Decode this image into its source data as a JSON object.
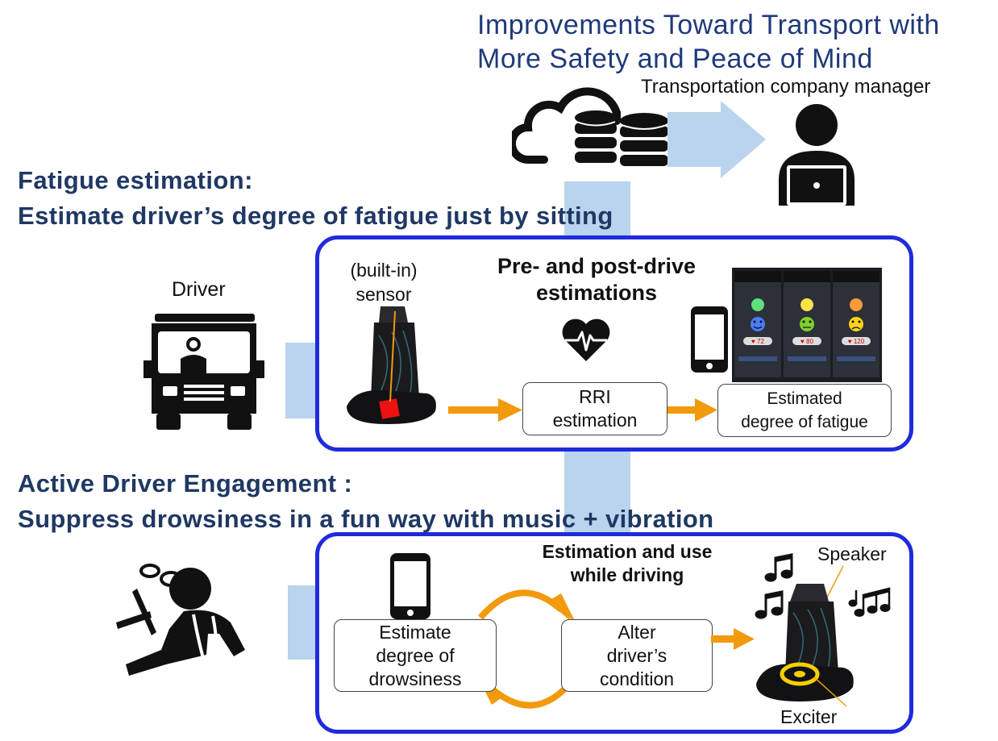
{
  "title": {
    "line1": "Improvements Toward Transport with",
    "line2": "More Safety and Peace of Mind"
  },
  "manager_label": "Transportation company manager",
  "fatigue": {
    "heading_line1": "Fatigue estimation:",
    "heading_line2": "Estimate driver’s degree of fatigue just by sitting",
    "driver_label": "Driver",
    "sensor_label": "(built-in)\nsensor",
    "pre_post_label": "Pre- and post-drive\nestimations",
    "rri_box": "RRI\nestimation",
    "fatigue_box": "Estimated\ndegree of fatigue",
    "app_screens": [
      {
        "face": "happy",
        "color": "#4a7cff",
        "value": "72"
      },
      {
        "face": "neutral",
        "color": "#7fd02c",
        "value": "80"
      },
      {
        "face": "sad",
        "color": "#ffd21a",
        "value": "120"
      }
    ]
  },
  "engagement": {
    "heading_line1": "Active Driver Engagement :",
    "heading_line2": "Suppress drowsiness in a fun way with music + vibration",
    "estimation_use_label": "Estimation and use\nwhile driving",
    "drowsiness_box": "Estimate\ndegree of\ndrowsiness",
    "alter_box": "Alter\ndriver’s\ncondition",
    "speaker_label": "Speaker",
    "exciter_label": "Exciter"
  },
  "colors": {
    "panel_border": "#1f2bdc",
    "heading_text": "#1f3864",
    "arrow_orange": "#f19a0c",
    "light_blue_bar": "#b9d4ec"
  }
}
